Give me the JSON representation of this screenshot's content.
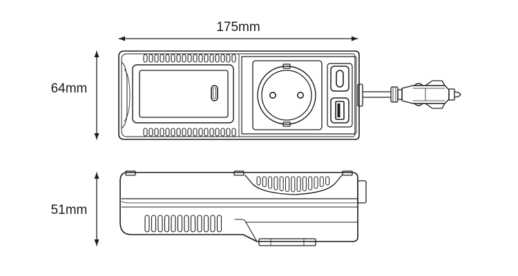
{
  "dimensions": {
    "width_label": "175mm",
    "height_label": "64mm",
    "depth_label": "51mm"
  }
}
